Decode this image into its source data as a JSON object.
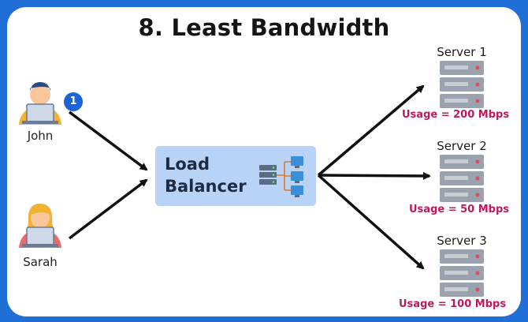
{
  "title": "8. Least Bandwidth",
  "users": [
    {
      "name": "John",
      "icon": "user-laptop-icon"
    },
    {
      "name": "Sarah",
      "icon": "user-laptop-icon"
    }
  ],
  "badge": "1",
  "load_balancer": {
    "line1": "Load",
    "line2": "Balancer",
    "icon": "network-server-icon"
  },
  "servers": [
    {
      "name": "Server 1",
      "usage": "Usage = 200 Mbps"
    },
    {
      "name": "Server 2",
      "usage": "Usage = 50 Mbps"
    },
    {
      "name": "Server 3",
      "usage": "Usage = 100 Mbps"
    }
  ],
  "colors": {
    "frame": "#1f6fd6",
    "load_balancer_bg": "#b9d3f6",
    "usage_text": "#c0185d",
    "server_body": "#9aa3ad",
    "arrow": "#111111"
  }
}
